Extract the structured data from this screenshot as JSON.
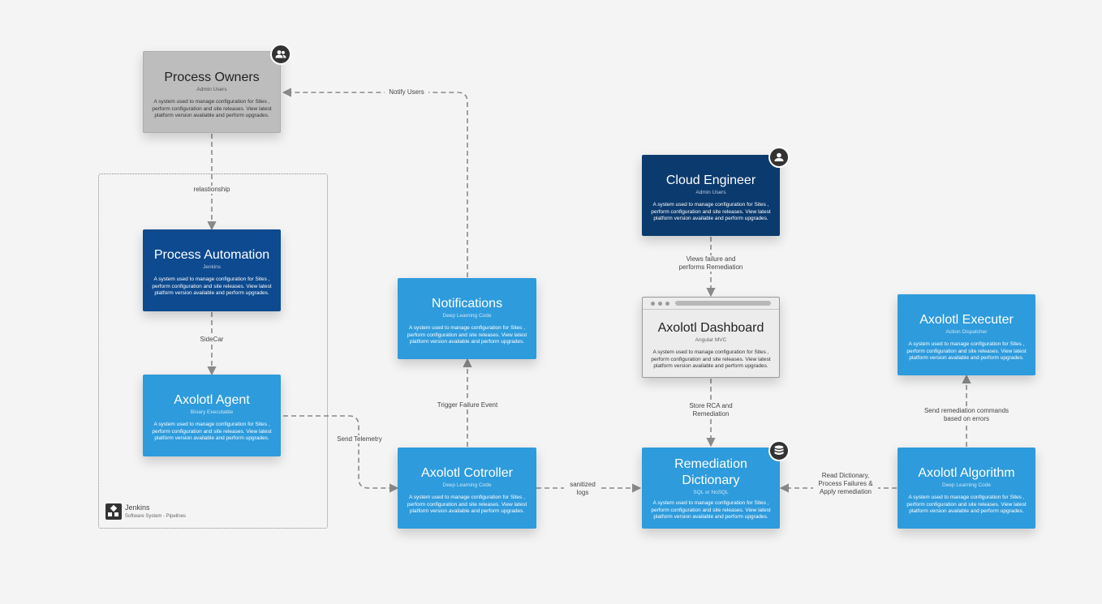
{
  "nodes": {
    "process_owners": {
      "title": "Process Owners",
      "tech": "Admin Users",
      "desc": "A system used to manage configuration for Sites , perform configuration and site releases. View latest platform version available and perform upgrades.",
      "icon": "users-icon"
    },
    "process_automation": {
      "title": "Process Automation",
      "tech": "Jenkins",
      "desc": "A system used to manage configuration for Sites , perform configuration and site releases. View latest platform version available and perform upgrades."
    },
    "axolotl_agent": {
      "title": "Axolotl Agent",
      "tech": "Binary Executable",
      "desc": "A system used to manage configuration for Sites , perform configuration and site releases. View latest platform version available and perform upgrades."
    },
    "notifications": {
      "title": "Notifications",
      "tech": "Deep Learning Code",
      "desc": "A system used to manage configuration for Sites , perform configuration and site releases. View latest platform version available and perform upgrades."
    },
    "axolotl_cotroller": {
      "title": "Axolotl Cotroller",
      "tech": "Deep Learning Code",
      "desc": "A system used to manage configuration for Sites , perform configuration and site releases. View latest platform version available and perform upgrades."
    },
    "cloud_engineer": {
      "title": "Cloud Engineer",
      "tech": "Admin Users",
      "desc": "A system used to manage configuration for Sites , perform configuration and site releases. View latest platform version available and perform upgrades.",
      "icon": "user-icon"
    },
    "axolotl_dashboard": {
      "title": "Axolotl Dashboard",
      "tech": "Angular MVC",
      "desc": "A system used to manage configuration for Sites , perform configuration and site releases. View latest platform version available and perform upgrades."
    },
    "remediation_dictionary": {
      "title": "Remediation Dictionary",
      "tech": "SQL or NoSQL",
      "desc": "A system used to manage configuration for Sites , perform configuration and site releases. View latest platform version available and perform upgrades.",
      "icon": "database-icon"
    },
    "axolotl_executer": {
      "title": "Axolotl Executer",
      "tech": "Action Dispatcher",
      "desc": "A system used to manage configuration for Sites , perform configuration and site releases. View latest platform version available and perform upgrades."
    },
    "axolotl_algorithm": {
      "title": "Axolotl Algorithm",
      "tech": "Deep Learning Code",
      "desc": "A system used to manage configuration for Sites , perform configuration and site releases. View latest platform version available and perform upgrades."
    }
  },
  "boundary": {
    "title": "Jenkins",
    "subtitle": "Software System - Pipelines"
  },
  "edges": {
    "notify_users": "Notify Users",
    "relationship": "relastionship",
    "sidecar": "SideCar",
    "send_telemetry": "Send Telemetry",
    "trigger_failure": "Trigger Failure Event",
    "sanitized_logs": "sanitized\nlogs",
    "views_failure": "Views  failure and\nperforms Remediation",
    "store_rca": "Store  RCA and\nRemediation",
    "read_dictionary": "Read Dictionary,\nProcess Failures &\nApply remediation",
    "send_remediation": "Send remediation commands\nbased on errors"
  },
  "colors": {
    "gray": "#bdbdbd",
    "navy": "#0b3a6e",
    "dark_blue": "#0d4a8f",
    "blue": "#2e9bdc",
    "browser": "#ececec",
    "edge": "#8a8a8a"
  }
}
